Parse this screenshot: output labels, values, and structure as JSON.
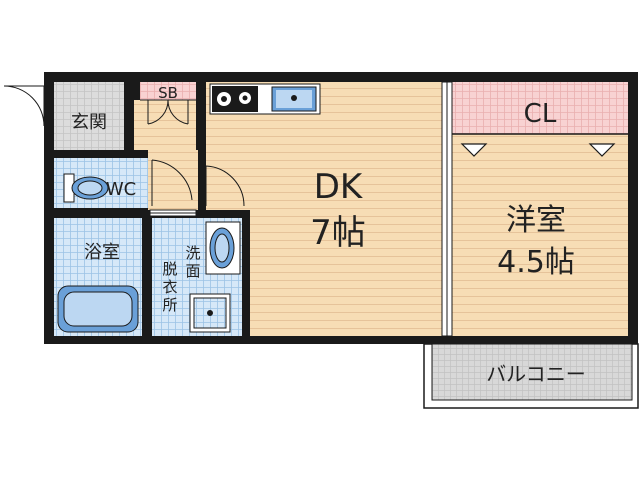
{
  "rooms": {
    "entrance": "玄関",
    "shoebox": "SB",
    "wc": "WC",
    "bathroom": "浴室",
    "washroom_line1": "洗",
    "washroom_line2": "面",
    "changing_line1": "脱",
    "changing_line2": "衣",
    "changing_line3": "所",
    "dk_line1": "DK",
    "dk_line2": "7帖",
    "western_line1": "洋室",
    "western_line2": "4.5帖",
    "closet": "CL",
    "balcony": "バルコニー"
  },
  "colors": {
    "wall": "#1a1a1a",
    "wood_floor": "#f7ddb5",
    "wood_lines": "#e6c39a",
    "tile_blue": "#d6e8f8",
    "tile_grid": "#9cc3e6",
    "closet_pink": "#f8d2d2",
    "entrance_gray": "#dcdcdc",
    "balcony_gray": "#d8d8d8",
    "fixture_blue": "#6aa0d8"
  }
}
